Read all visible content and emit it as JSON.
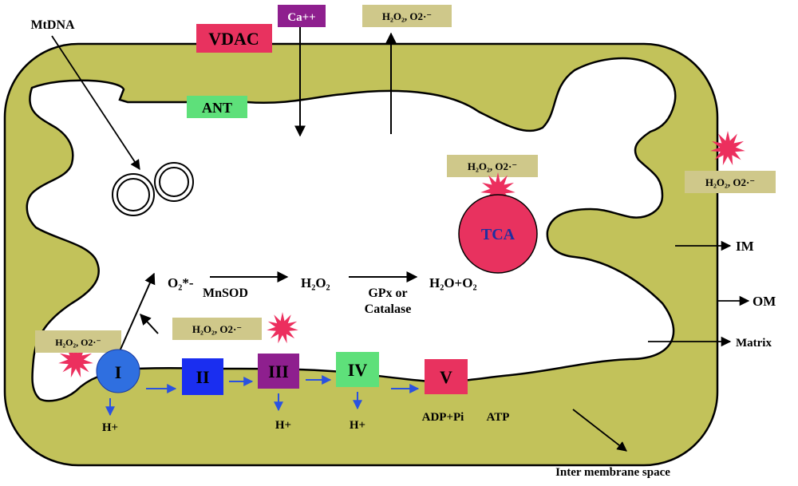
{
  "labels": {
    "mtdna": "MtDNA",
    "vdac": "VDAC",
    "ca": "Ca++",
    "ros_top": "H₂O₂, O2·⁻",
    "ant": "ANT",
    "ros_tca": "H₂O₂, O2·⁻",
    "ros_right": "H₂O₂, O2·⁻",
    "tca": "TCA",
    "im": "IM",
    "om": "OM",
    "matrix": "Matrix",
    "inter_membrane_space": "Inter membrane space",
    "superoxide": "O₂*-",
    "mnsod": "MnSOD",
    "h2o2": "H₂O₂",
    "gpx": "GPx or",
    "catalase": "Catalase",
    "water": "H₂O+O₂",
    "ros_mid": "H₂O₂, O2·⁻",
    "ros_left": "H₂O₂, O2·⁻",
    "complex_1": "I",
    "complex_2": "II",
    "complex_3": "III",
    "complex_4": "IV",
    "complex_5": "V",
    "hplus_1": "H+",
    "hplus_3": "H+",
    "hplus_4": "H+",
    "adp": "ADP+Pi",
    "atp": "ATP"
  },
  "colors": {
    "outer_membrane_fill": "#c2c25a",
    "outline": "#000000",
    "vdac": "#e8325f",
    "ca": "#8e1f8e",
    "ros_box": "#cfc88a",
    "ant": "#5ee07a",
    "tca": "#e8325f",
    "tca_text": "#1f2fa0",
    "complex_1": "#2f6fe0",
    "complex_2": "#1a2ef0",
    "complex_3": "#8e1f8e",
    "complex_4": "#5ee07a",
    "complex_5": "#e8325f",
    "burst": "#ec2f5e",
    "proton_arrow": "#2a52e0"
  }
}
